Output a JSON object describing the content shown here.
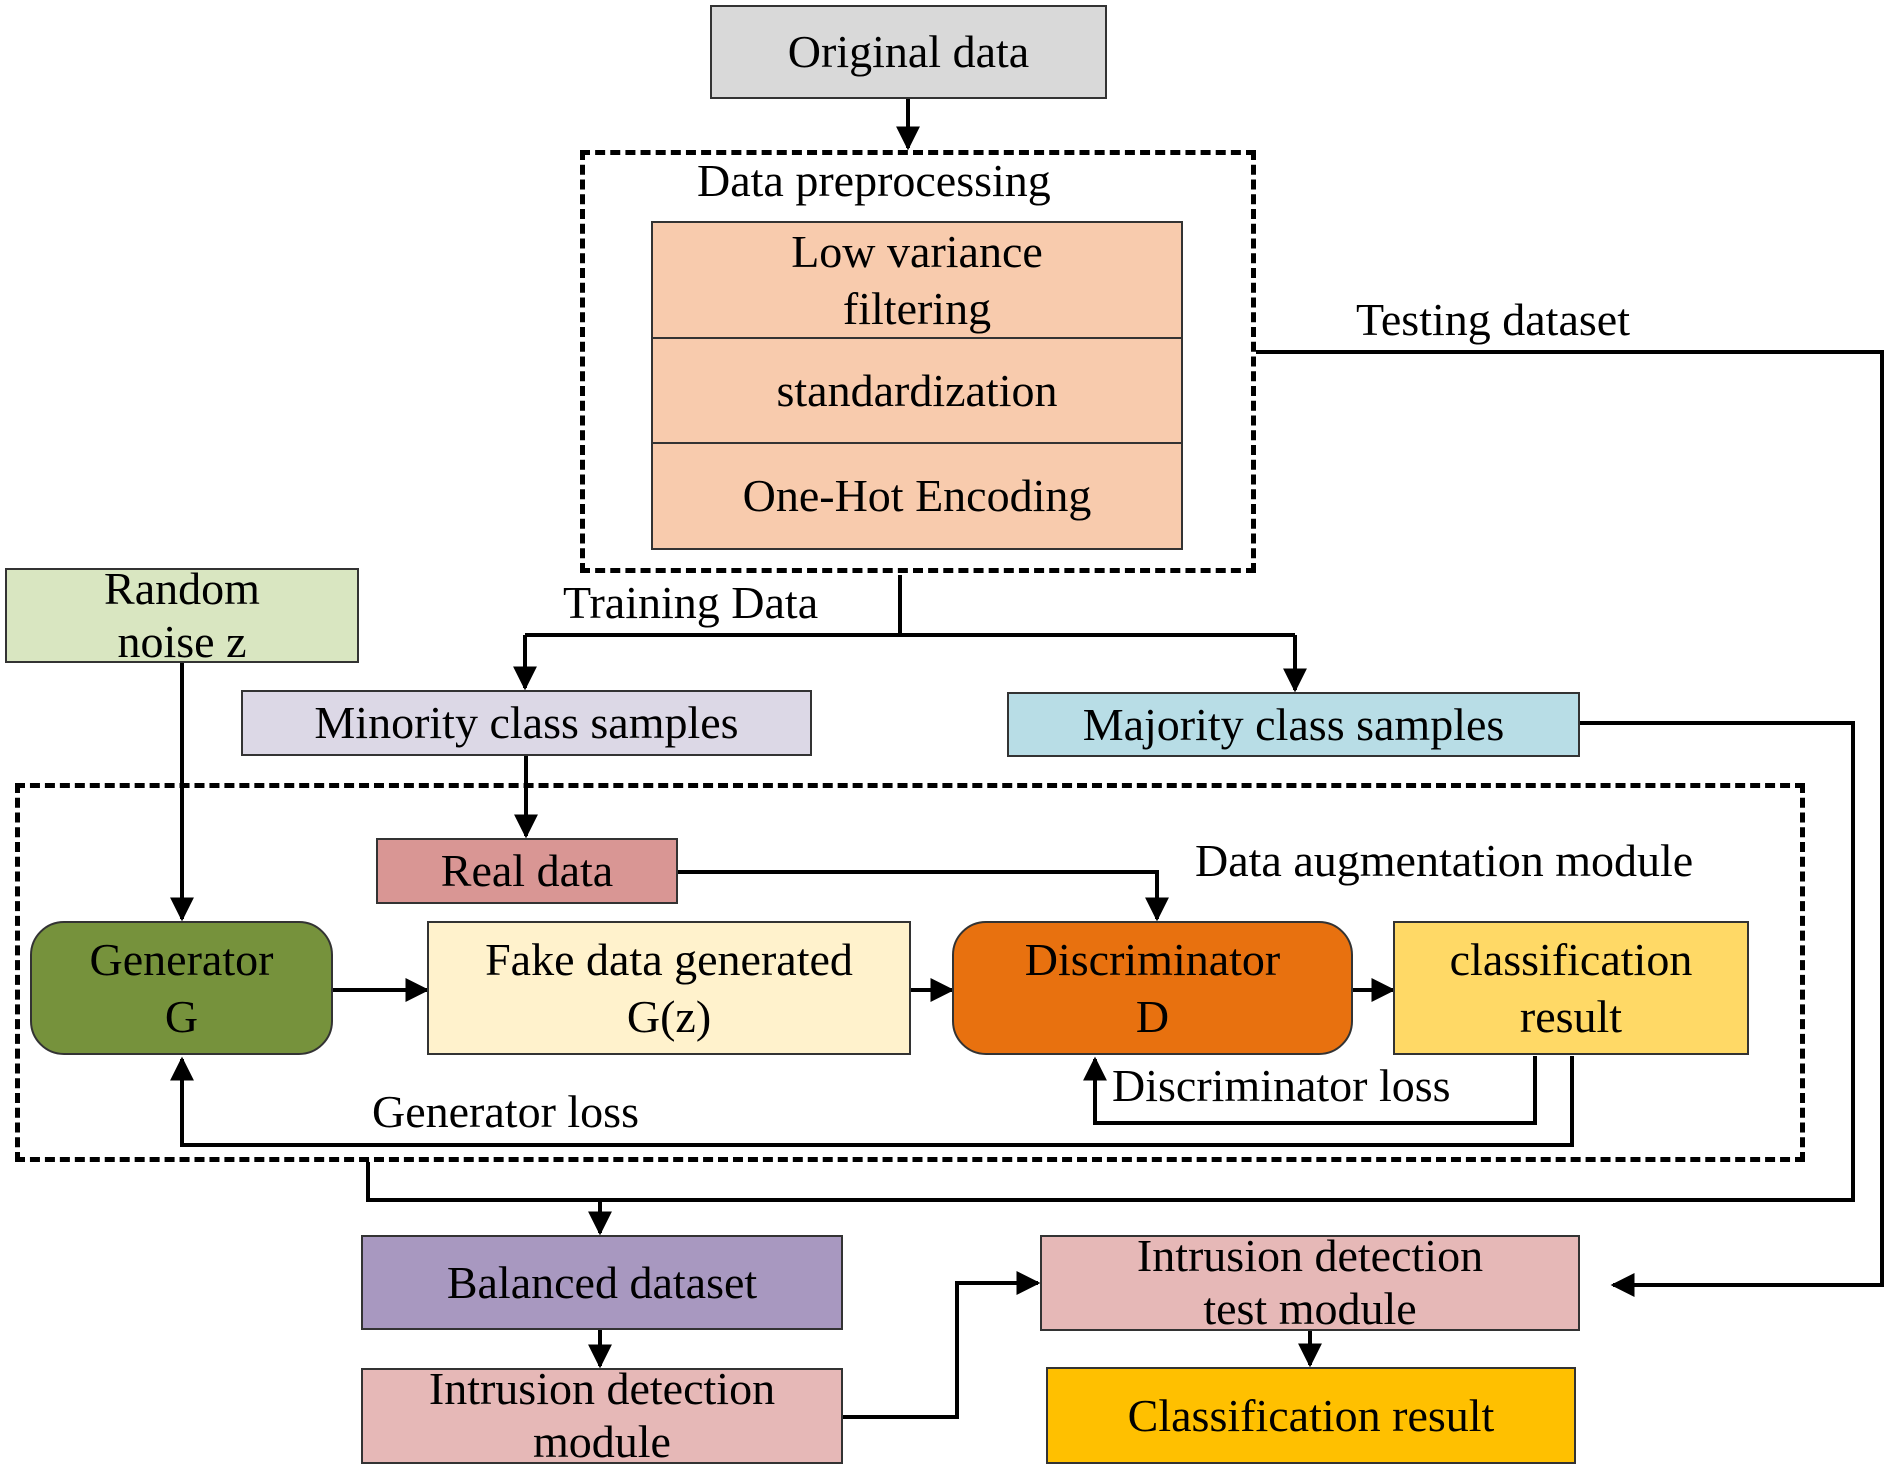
{
  "nodes": {
    "original_data": "Original data",
    "preprocessing_title": "Data preprocessing",
    "low_variance_line1": "Low variance",
    "low_variance_line2": "filtering",
    "standardization": "standardization",
    "one_hot": "One-Hot Encoding",
    "random_noise_line1": "Random",
    "random_noise_line2": "noise z",
    "minority": "Minority class samples",
    "majority": "Majority class samples",
    "real_data": "Real data",
    "augmentation_title": "Data augmentation module",
    "generator_line1": "Generator",
    "generator_line2": "G",
    "fake_line1": "Fake data generated",
    "fake_line2": "G(z)",
    "discriminator_line1": "Discriminator",
    "discriminator_line2": "D",
    "class_result_line1": "classification",
    "class_result_line2": "result",
    "balanced": "Balanced dataset",
    "ids_line1": "Intrusion detection",
    "ids_line2": "module",
    "ids_test_line1": "Intrusion detection",
    "ids_test_line2": "test module",
    "final_result": "Classification result"
  },
  "edge_labels": {
    "training": "Training Data",
    "testing": "Testing dataset",
    "gen_loss": "Generator loss",
    "disc_loss": "Discriminator loss"
  },
  "colors": {
    "original": "#d9d9d9",
    "preprocess": "#f8cbad",
    "noise": "#d9e6c1",
    "minority": "#dcd8e6",
    "majority": "#b8dde6",
    "real": "#d99694",
    "generator": "#76923c",
    "fake": "#fff2cc",
    "discriminator": "#e8710f",
    "class_result": "#ffd966",
    "balanced": "#a898c0",
    "ids": "#e6b8b7",
    "final": "#ffc000"
  }
}
